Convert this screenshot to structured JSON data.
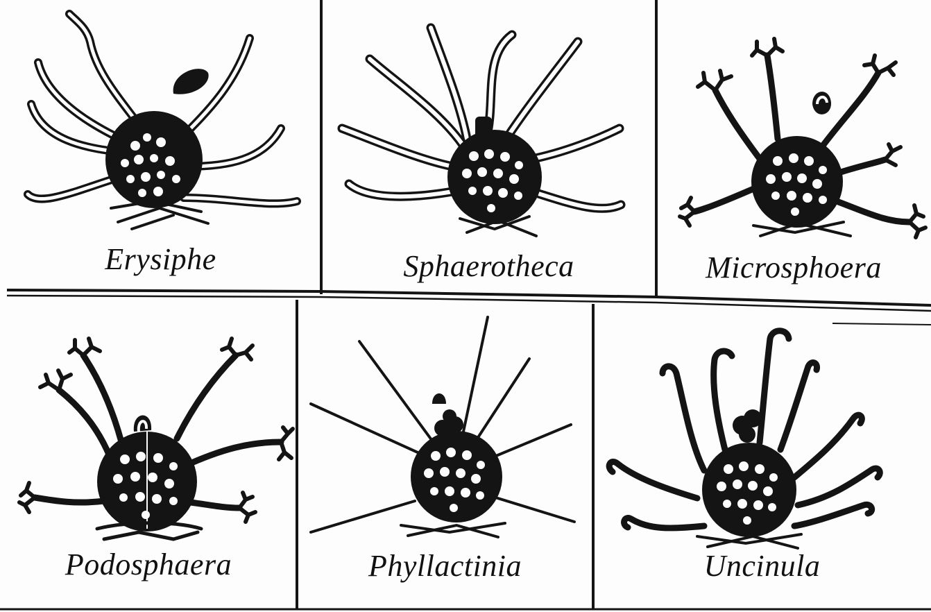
{
  "colors": {
    "ink": "#141414",
    "paper": "#fdfdfd",
    "hatch": "#f4f4f4"
  },
  "panels": [
    {
      "id": "erysiphe",
      "label": "Erysiphe",
      "appendage_icon": "myceloid-appendage-icon"
    },
    {
      "id": "sphaerotheca",
      "label": "Sphaerotheca",
      "appendage_icon": "myceloid-appendage-icon"
    },
    {
      "id": "microsphoera",
      "label": "Microsphoera",
      "appendage_icon": "dichotomous-tip-appendage-icon"
    },
    {
      "id": "podosphaera",
      "label": "Podosphaera",
      "appendage_icon": "dichotomous-tip-appendage-icon"
    },
    {
      "id": "phyllactinia",
      "label": "Phyllactinia",
      "appendage_icon": "needle-appendage-icon"
    },
    {
      "id": "uncinula",
      "label": "Uncinula",
      "appendage_icon": "hooked-appendage-icon"
    }
  ]
}
